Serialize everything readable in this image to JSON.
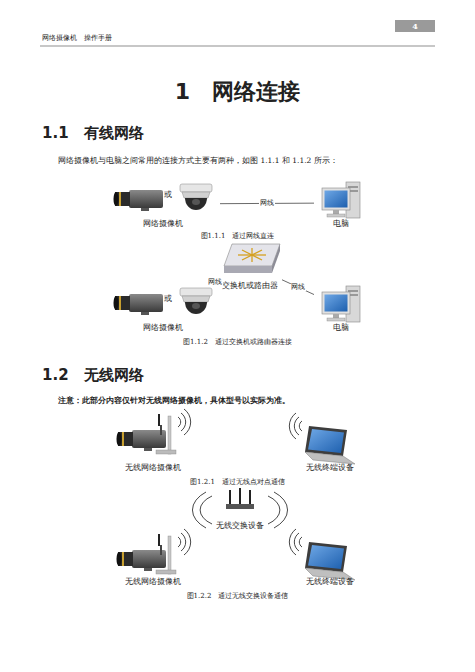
{
  "diagram": {
    "title": "1　网络连接",
    "nodes": [
      {
        "text": [
          "网络摄像机"
        ]
      },
      {
        "text": [
          "电脑"
        ]
      },
      {
        "text": [
          "交换机或路由器"
        ]
      },
      {
        "text": [
          "网络摄像机"
        ]
      },
      {
        "text": [
          "电脑"
        ]
      },
      {
        "text": [
          "无线网络摄像机"
        ]
      },
      {
        "text": [
          "无线终端设备"
        ]
      },
      {
        "text": [
          "无线交换设备"
        ]
      },
      {
        "text": [
          "无线网络摄像机"
        ]
      },
      {
        "text": [
          "无线终端设备"
        ]
      }
    ],
    "edges": [
      {
        "from": 0,
        "to": 1,
        "label": "网线",
        "arrow": "none"
      },
      {
        "from": 3,
        "to": 2,
        "label": "网线",
        "arrow": "none"
      },
      {
        "from": 2,
        "to": 4,
        "label": "网线",
        "arrow": "none"
      }
    ],
    "labels": [
      "4",
      "网络摄像机　操作手册",
      "1.1　有线网络",
      "网络摄像机与电脑之间常用的连接方式主要有两种，如图 1.1.1 和 1.1.2 所示：",
      "或",
      "图1.1.1　通过网线直连",
      "或",
      "图1.1.2　通过交换机或路由器连接",
      "1.2　无线网络",
      "注意：此部分内容仅针对无线网络摄像机，具体型号以实际为准。",
      "图1.2.1　通过无线点对点通信",
      "图1.2.2　通过无线交换设备通信"
    ]
  }
}
